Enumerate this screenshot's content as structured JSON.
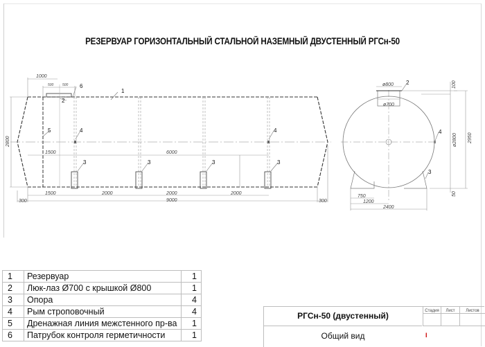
{
  "drawing": {
    "title": "РЕЗЕРВУАР ГОРИЗОНТАЛЬНЫЙ СТАЛЬНОЙ НАЗЕМНЫЙ ДВУСТЕННЫЙ РГСн-50",
    "side_view": {
      "dimensions": {
        "manhole_offset": "1000",
        "manhole_half_left": "500",
        "manhole_half_right": "500",
        "height": "2800",
        "first_lug_offset": "1500",
        "lug_span": "6000",
        "first_support_offset": "1500",
        "support_spacing_1": "2000",
        "support_spacing_2": "2000",
        "support_spacing_3": "2000",
        "overall_length": "9000",
        "end_left": "300",
        "end_right": "300"
      },
      "callouts": {
        "tank": "1",
        "manhole": "2",
        "leak_nozzle": "6",
        "drain_line": "5",
        "lug_left": "4",
        "lug_right": "4",
        "support_1": "3",
        "support_2": "3",
        "support_3": "3",
        "support_4": "3"
      }
    },
    "end_view": {
      "dimensions": {
        "cover_diameter": "ø800",
        "manhole_diameter": "ø700",
        "top_offset": "100",
        "shell_diameter": "ø2800",
        "overall_height": "2950",
        "bottom_offset": "50",
        "support_width": "750",
        "half_base": "1200",
        "base_width": "2400"
      },
      "callouts": {
        "manhole": "2",
        "lug": "4",
        "support": "3"
      }
    }
  },
  "specification": {
    "rows": [
      {
        "pos": "1",
        "name": "Резервуар",
        "qty": "1"
      },
      {
        "pos": "2",
        "name": "Люк-лаз Ø700 с крышкой Ø800",
        "qty": "1"
      },
      {
        "pos": "3",
        "name": "Опора",
        "qty": "4"
      },
      {
        "pos": "4",
        "name": "Рым строповочный",
        "qty": "4"
      },
      {
        "pos": "5",
        "name": "Дренажная линия межстенного пр-ва",
        "qty": "1"
      },
      {
        "pos": "6",
        "name": "Патрубок контроля герметичности",
        "qty": "1"
      }
    ]
  },
  "title_block": {
    "product": "РГСн-50 (двустенный)",
    "view": "Общий вид",
    "col_stage": "Стадия",
    "col_sheet": "Лист",
    "col_sheets": "Листов",
    "mark": "I"
  },
  "colors": {
    "line": "#333333",
    "thin_line": "#9a9a9a",
    "table_border": "#bdbdbd"
  }
}
